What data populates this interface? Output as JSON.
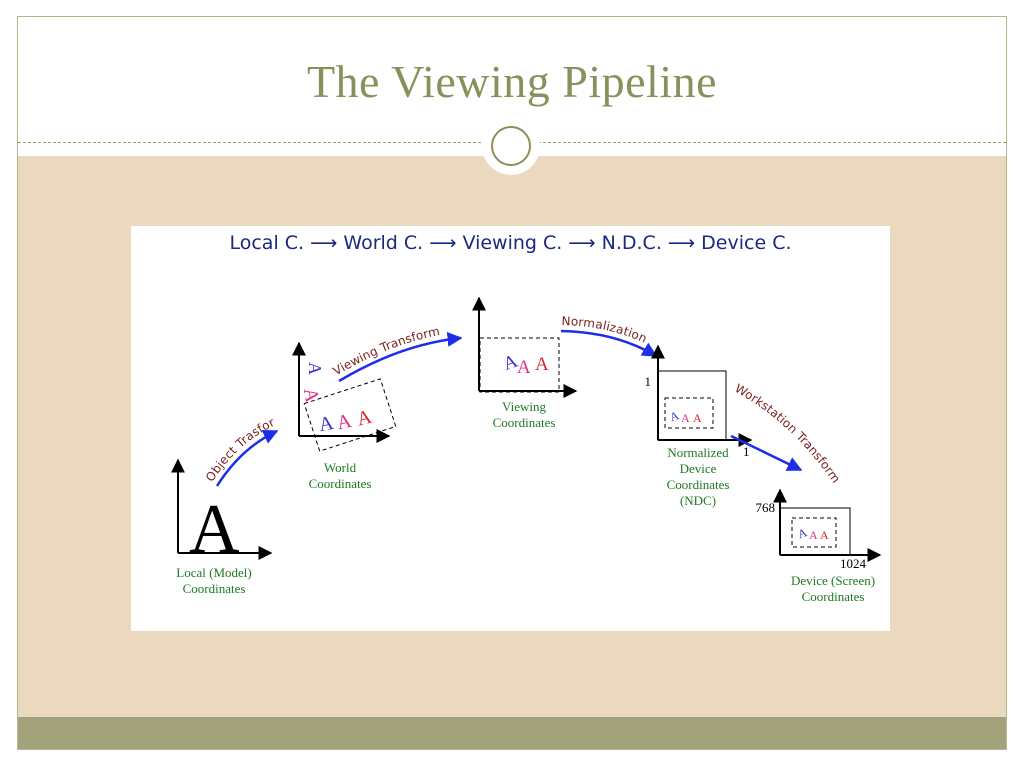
{
  "slide": {
    "title": "The Viewing Pipeline",
    "colors": {
      "accent": "#8a8f5c",
      "background": "#ead9be",
      "footer": "#a3a37b"
    }
  },
  "diagram": {
    "flow": "Local C. ⟶ World C. ⟶ Viewing C. ⟶ N.D.C. ⟶ Device C.",
    "stages": {
      "local": {
        "line1": "Local (Model)",
        "line2": "Coordinates",
        "glyph": "A"
      },
      "world": {
        "line1": "World",
        "line2": "Coordinates"
      },
      "viewing": {
        "line1": "Viewing",
        "line2": "Coordinates"
      },
      "ndc": {
        "line1": "Normalized",
        "line2": "Device",
        "line3": "Coordinates",
        "line4": "(NDC)",
        "one_y": "1",
        "one_x": "1"
      },
      "device": {
        "line1": "Device (Screen)",
        "line2": "Coordinates",
        "height": "768",
        "width": "1024"
      }
    },
    "transforms": {
      "object": "Object Trasform",
      "viewing": "Viewing Transform",
      "normalization": "Normalization",
      "workstation": "Workstation Transform"
    },
    "colors": {
      "flow_text": "#1a2880",
      "label_green": "#1f7a1f",
      "transform_red": "#7a1f1f",
      "arrow_blue": "#1e2ee6"
    }
  }
}
